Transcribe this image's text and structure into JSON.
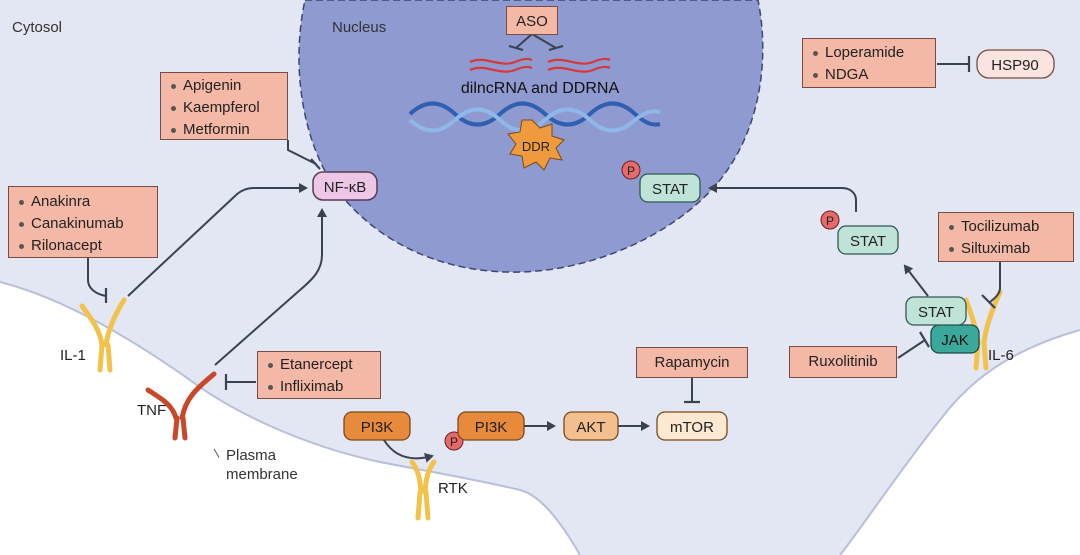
{
  "regions": {
    "cytosol": "Cytosol",
    "nucleus": "Nucleus",
    "plasma_membrane_line1": "Plasma",
    "plasma_membrane_line2": "membrane"
  },
  "drug_boxes": {
    "aso": "ASO",
    "nfkb_inhibitors": [
      "Apigenin",
      "Kaempferol",
      "Metformin"
    ],
    "il1_inhibitors": [
      "Anakinra",
      "Canakinumab",
      "Rilonacept"
    ],
    "tnf_inhibitors": [
      "Etanercept",
      "Infliximab"
    ],
    "hsp90_inhibitors": [
      "Loperamide",
      "NDGA"
    ],
    "il6_inhibitors": [
      "Tocilizumab",
      "Siltuximab"
    ],
    "mtor_inhibitor": "Rapamycin",
    "jak_inhibitor": "Ruxolitinib"
  },
  "molecules": {
    "nfkb": "NF-κB",
    "stat": "STAT",
    "jak": "JAK",
    "hsp90": "HSP90",
    "pi3k": "PI3K",
    "akt": "AKT",
    "mtor": "mTOR",
    "ddr": "DDR",
    "phospho": "P",
    "rna_label": "dilncRNA and DDRNA"
  },
  "receptors": {
    "il1": "IL-1",
    "tnf": "TNF",
    "il6": "IL-6",
    "rtk": "RTK"
  },
  "colors": {
    "cytosol_fill": "#e3e6f3",
    "nucleus_fill": "#8f9ad0",
    "drug_fill": "#f4b8a6",
    "stat_fill": "#bfe3d6",
    "jak_fill": "#3aa99b",
    "nfkb_fill": "#ecc8e6",
    "pi3k_fill": "#e88a3c",
    "akt_fill": "#f4bf8f",
    "mtor_fill": "#fde9d2",
    "phospho_fill": "#e66a6a",
    "receptor_gold": "#f2c34c",
    "receptor_red": "#c8482a",
    "arrow_color": "#3b4350"
  }
}
